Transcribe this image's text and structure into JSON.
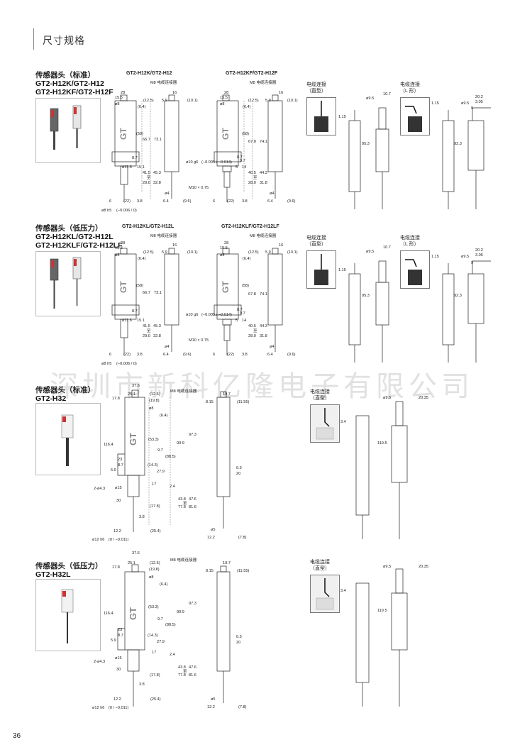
{
  "header": {
    "title": "尺寸规格"
  },
  "watermark": "深圳市新科亿隆电子有限公司",
  "page_number": "36",
  "sections": [
    {
      "id": "s1",
      "heading_zh": "传感器头（标准）",
      "heading_l1": "GT2-H12K/GT2-H12",
      "heading_l2": "GT2-H12KF/GT2-H12F",
      "d1_title": "GT2-H12K/GT2-H12",
      "d2_title": "GT2-H12KF/GT2-H12F",
      "c1_title": "电缆连接\n（直型）",
      "c2_title": "电缆连接\n（L 形）"
    },
    {
      "id": "s2",
      "heading_zh": "传感器头（低压力）",
      "heading_l1": "GT2-H12KL/GT2-H12L",
      "heading_l2": "GT2-H12KLF/GT2-H12LF",
      "d1_title": "GT2-H12KL/GT2-H12L",
      "d2_title": "GT2-H12KLF/GT2-H12LF",
      "c1_title": "电缆连接\n（直型）",
      "c2_title": "电缆连接\n（L 形）"
    },
    {
      "id": "s3",
      "heading_zh": "传感器头（标准）",
      "heading_l1": "GT2-H32",
      "c1_title": "电缆连接\n（直型）"
    },
    {
      "id": "s4",
      "heading_zh": "传感器头（低压力）",
      "heading_l1": "GT2-H32L",
      "c1_title": "电缆连接\n（直型）"
    }
  ],
  "dims_h12": {
    "connector": "M8 电缆连接器",
    "d28": "28",
    "d155": "15.5",
    "d8": "ø8",
    "d125": "(12.5)",
    "d64": "(6.4)",
    "d58": "(58)",
    "d667": "66.7",
    "d731": "73.1",
    "d87": "8.7",
    "d116": "ø11.6",
    "d151": "15.1",
    "d415": "41.5",
    "d453": "45.3",
    "zhi": "至",
    "d290": "29.0",
    "d328": "32.8",
    "d6": "6",
    "d22": "(22)",
    "d38": "3.8",
    "dh5": "ø8 h5",
    "dh5tol": "(−0.006 / 0)",
    "d16": "16",
    "d59": "5.9",
    "d101": "(10.1)",
    "d4": "ø4",
    "d64b": "6.4",
    "d96": "(9.6)"
  },
  "dims_h12f": {
    "d678": "67.8",
    "d741": "74.1",
    "d97": "9.7",
    "d14": "14",
    "d5": "5",
    "d10g6": "ø10 g6",
    "d10tol": "(−0.005 / −0.014)",
    "dm10": "M10 × 0.75",
    "d405": "40.5",
    "d443": "44.3",
    "d280": "28.0",
    "d318": "31.8"
  },
  "dims_cable12": {
    "d95": "ø9.5",
    "d107": "10.7",
    "d115": "1.15",
    "d953": "95.3",
    "d202": "20.2",
    "d305": "3.05",
    "d9": "9",
    "d923": "92.3"
  },
  "dims_h32": {
    "connector": "M8 电缆连接器",
    "d376": "37.6",
    "d251": "25.1",
    "d125": "(12.5)",
    "d198": "(19.8)",
    "d8": "ø8",
    "d178": "17.8",
    "d64": "(6.4)",
    "d1164": "116.4",
    "d533": "(53.3)",
    "d909": "90.9",
    "d973": "97.3",
    "d97": "9.7",
    "d885": "(88.5)",
    "d23": "23",
    "d87": "8.7",
    "d143": "(14.3)",
    "d59": "5.9",
    "d279": "27.9",
    "d2ph": "2-ø4.3",
    "d17": "17",
    "d24": "2.4",
    "d15": "ø15",
    "d30": "30",
    "d178b": "(17.8)",
    "d438": "43.8",
    "d476": "47.6",
    "zhi": "至",
    "d778": "77.8",
    "d816": "81.6",
    "d38": "3.8",
    "d122": "12.2",
    "d254": "(25.4)",
    "dh6": "ø12 h6",
    "dh6tol": "(0 / −0.011)",
    "d197": "19.7",
    "d815": "8.15",
    "d1155": "(11.55)",
    "d03": "0.3",
    "d20": "20",
    "d5": "ø5",
    "d122b": "12.2",
    "d78": "(7.8)"
  },
  "dims_cable32": {
    "d95": "ø9.5",
    "d2035": "20.35",
    "d34": "3.4",
    "d1195": "119.5"
  }
}
